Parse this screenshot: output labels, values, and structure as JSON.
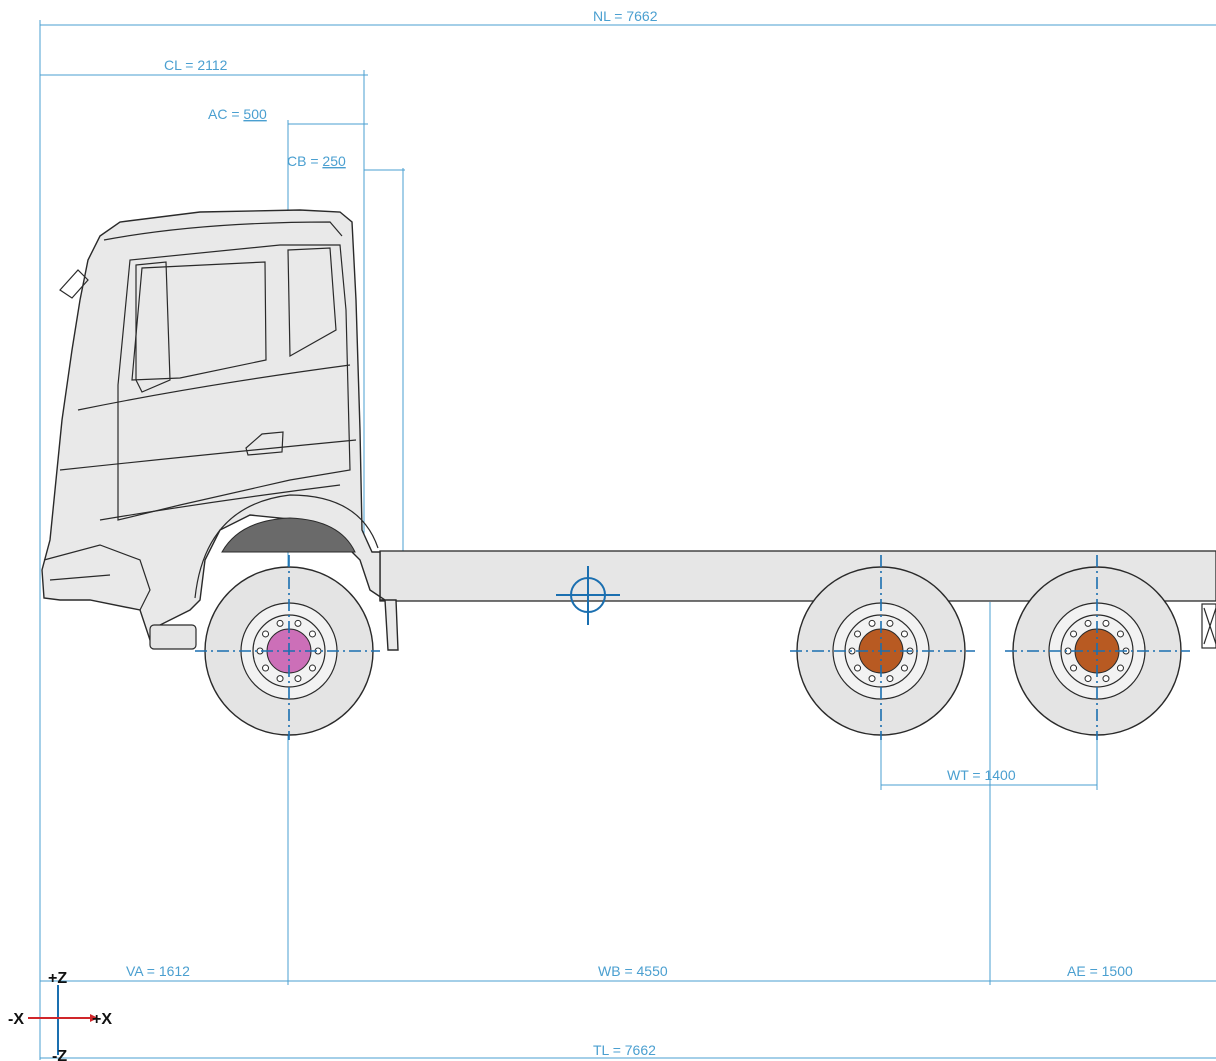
{
  "dimensions": {
    "nl": "NL = 7662",
    "cl": "CL = 2112",
    "ac_prefix": "AC = ",
    "ac_value": "500",
    "cb_prefix": "CB = ",
    "cb_value": "250",
    "wt_prefix": "WT = ",
    "wt_value": "1400",
    "va": "VA = 1612",
    "wb": "WB = 4550",
    "ae": "AE = 1500",
    "tl": "TL = 7662"
  },
  "axes": {
    "plus_z": "+Z",
    "minus_x": "-X",
    "plus_x": "+X",
    "minus_z": "-Z"
  },
  "colors": {
    "dimension_line": "#4a9fd0",
    "axle_centerline": "#1a6fb0",
    "front_hub": "#cc6fb8",
    "rear_hub": "#b85a22"
  }
}
